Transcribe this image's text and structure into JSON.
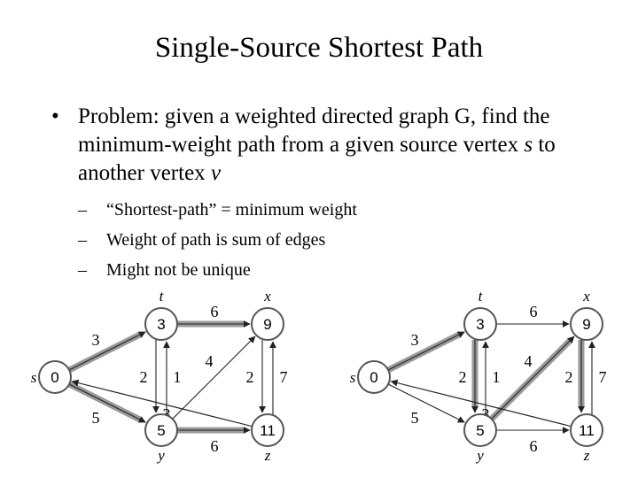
{
  "title": "Single-Source Shortest Path",
  "bullets": [
    {
      "marker": "•",
      "parts": [
        {
          "t": "Problem: given a weighted directed graph G, find the minimum-weight path from a given source vertex "
        },
        {
          "t": "s",
          "i": true
        },
        {
          "t": " to another vertex "
        },
        {
          "t": "v",
          "i": true
        }
      ],
      "subs": [
        {
          "marker": "–",
          "text": "“Shortest-path” = minimum weight"
        },
        {
          "marker": "–",
          "text": "Weight of path is sum of edges"
        },
        {
          "marker": "–",
          "text": "Might not be unique"
        }
      ]
    }
  ],
  "graphs": [
    {
      "nodes": [
        {
          "id": "s",
          "name": "s",
          "value": "0"
        },
        {
          "id": "t",
          "name": "t",
          "value": "3"
        },
        {
          "id": "x",
          "name": "x",
          "value": "9"
        },
        {
          "id": "y",
          "name": "y",
          "value": "5"
        },
        {
          "id": "z",
          "name": "z",
          "value": "11"
        }
      ],
      "edges": [
        {
          "from": "s",
          "to": "t",
          "weight": "3",
          "highlight": true
        },
        {
          "from": "s",
          "to": "y",
          "weight": "5",
          "highlight": true
        },
        {
          "from": "t",
          "to": "x",
          "weight": "6",
          "highlight": true
        },
        {
          "from": "t",
          "to": "y",
          "weight": "2",
          "highlight": false
        },
        {
          "from": "y",
          "to": "t",
          "weight": "1",
          "highlight": false
        },
        {
          "from": "y",
          "to": "x",
          "weight": "4",
          "highlight": false
        },
        {
          "from": "x",
          "to": "z",
          "weight": "2",
          "highlight": false
        },
        {
          "from": "z",
          "to": "x",
          "weight": "7",
          "highlight": false
        },
        {
          "from": "z",
          "to": "s",
          "weight": "3",
          "highlight": false
        },
        {
          "from": "y",
          "to": "z",
          "weight": "6",
          "highlight": true
        }
      ]
    },
    {
      "nodes": [
        {
          "id": "s",
          "name": "s",
          "value": "0"
        },
        {
          "id": "t",
          "name": "t",
          "value": "3"
        },
        {
          "id": "x",
          "name": "x",
          "value": "9"
        },
        {
          "id": "y",
          "name": "y",
          "value": "5"
        },
        {
          "id": "z",
          "name": "z",
          "value": "11"
        }
      ],
      "edges": [
        {
          "from": "s",
          "to": "t",
          "weight": "3",
          "highlight": true
        },
        {
          "from": "s",
          "to": "y",
          "weight": "5",
          "highlight": false
        },
        {
          "from": "t",
          "to": "x",
          "weight": "6",
          "highlight": false
        },
        {
          "from": "t",
          "to": "y",
          "weight": "2",
          "highlight": true
        },
        {
          "from": "y",
          "to": "t",
          "weight": "1",
          "highlight": false
        },
        {
          "from": "y",
          "to": "x",
          "weight": "4",
          "highlight": true
        },
        {
          "from": "x",
          "to": "z",
          "weight": "2",
          "highlight": true
        },
        {
          "from": "z",
          "to": "x",
          "weight": "7",
          "highlight": false
        },
        {
          "from": "z",
          "to": "s",
          "weight": "3",
          "highlight": false
        },
        {
          "from": "y",
          "to": "z",
          "weight": "6",
          "highlight": false
        }
      ]
    }
  ]
}
